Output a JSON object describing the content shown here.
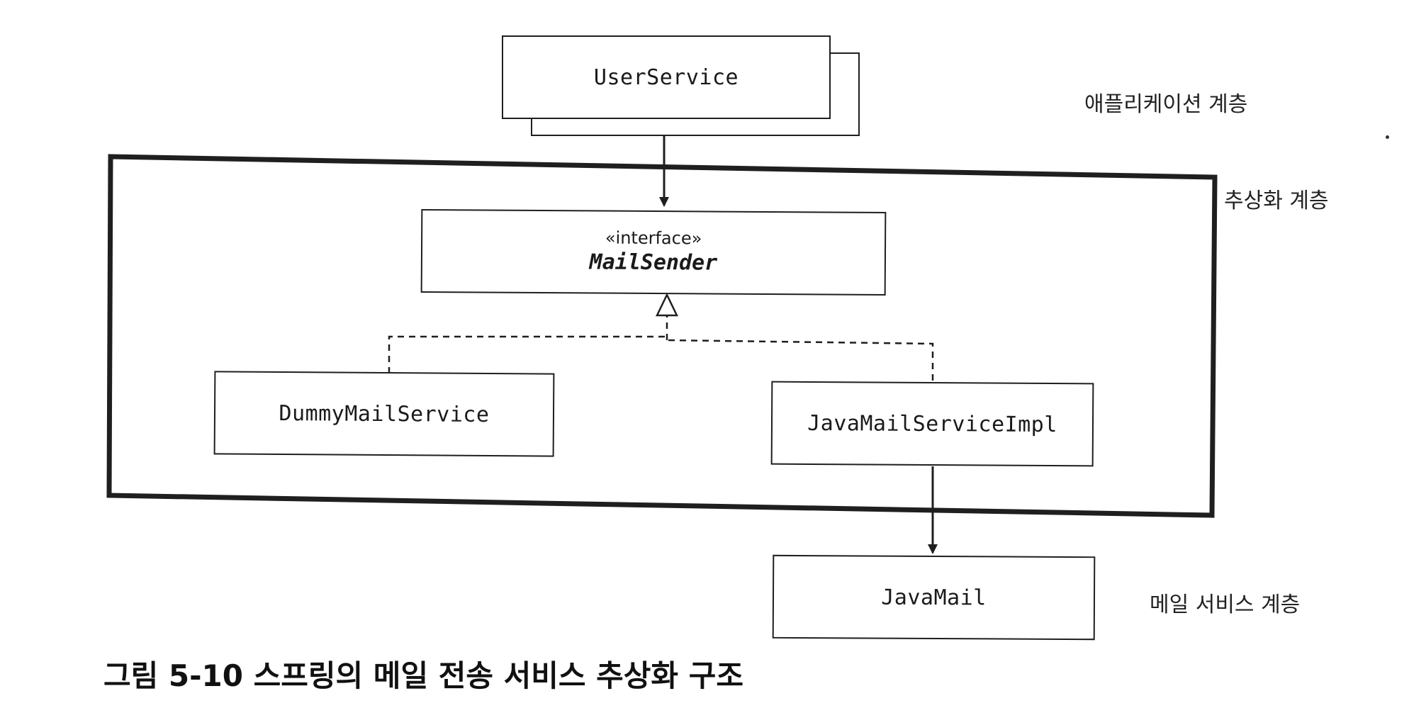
{
  "diagram": {
    "nodes": {
      "user_service": "UserService",
      "interface_stereotype": "«interface»",
      "mail_sender": "MailSender",
      "dummy_mail_service": "DummyMailService",
      "java_mail_service_impl": "JavaMailServiceImpl",
      "java_mail": "JavaMail"
    },
    "layers": {
      "application": "애플리케이션 계층",
      "abstraction": "추상화 계층",
      "mail_service": "메일 서비스 계층"
    },
    "caption": "그림 5-10 스프링의 메일 전송 서비스 추상화 구조"
  }
}
